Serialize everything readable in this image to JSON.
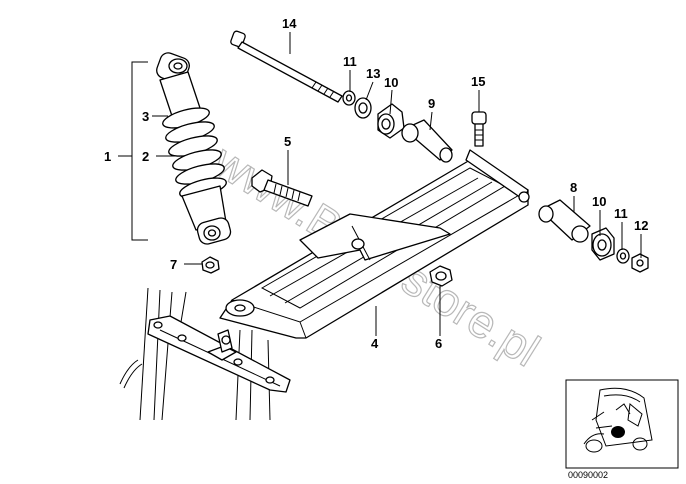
{
  "diagram": {
    "watermark": "www.BMWstore.pl",
    "figure_code": "00090002",
    "callouts": [
      "1",
      "2",
      "3",
      "4",
      "5",
      "6",
      "7",
      "8",
      "9",
      "10",
      "10",
      "11",
      "11",
      "12",
      "13",
      "14",
      "15"
    ]
  }
}
